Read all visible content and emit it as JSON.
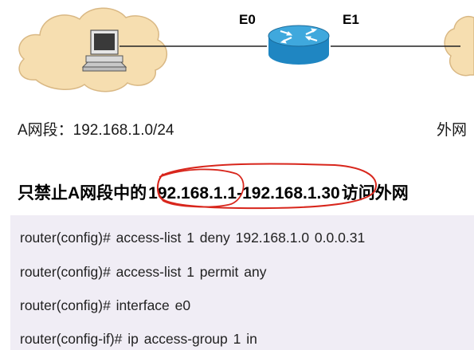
{
  "topology": {
    "left_network": {
      "label": "A网段：192.168.1.0/24"
    },
    "right_network": {
      "label": "外网"
    },
    "router": {
      "interfaces": [
        {
          "name": "E0"
        },
        {
          "name": "E1"
        }
      ]
    }
  },
  "requirement": {
    "prefix": "只禁止A网段中的",
    "ip_range": "192.168.1.1-192.168.1.30",
    "suffix": "访问外网"
  },
  "cli": [
    "router(config)# access-list 1 deny 192.168.1.0 0.0.0.31",
    "router(config)# access-list 1 permit any",
    "router(config)# interface e0",
    "router(config-if)# ip access-group 1 in"
  ],
  "colors": {
    "cloud_fill": "#f6deb0",
    "cloud_stroke": "#d9b884",
    "router_body": "#1f86c2",
    "router_top": "#3fa8dd",
    "annotation": "#d8261c",
    "cli_bg": "#f0edf5"
  }
}
